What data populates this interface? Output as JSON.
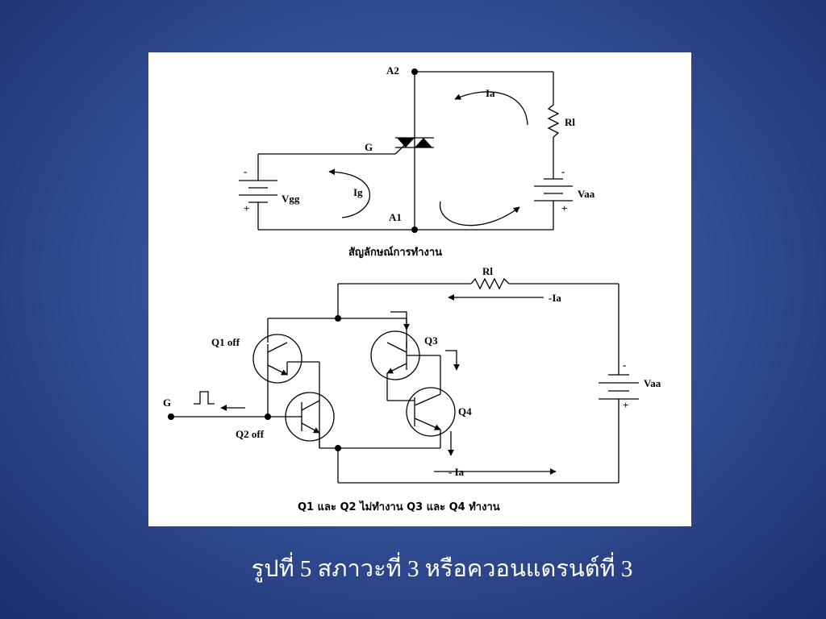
{
  "slide": {
    "caption": "รูปที่ 5 สภาวะที่ 3 หรือควอนแดรนต์ที่ 3",
    "caption_color": "#ffffff",
    "background_color": "#345198"
  },
  "symbol_diagram": {
    "terminal_a2": "A2",
    "terminal_a1": "A1",
    "gate": "G",
    "load_resistor": "Rl",
    "current_ia": "Ia",
    "current_ig": "Ig",
    "gate_source": "Vgg",
    "anode_source": "Vaa",
    "minus_sign": "-",
    "plus_sign": "+",
    "caption": "สัญลักษณ์การทำงาน"
  },
  "equivalent_circuit": {
    "load_resistor": "Rl",
    "current_top": "-Ia",
    "current_bottom": "- Ia",
    "q1": "Q1 off",
    "q2": "Q2 off",
    "q3": "Q3",
    "q4": "Q4",
    "gate": "G",
    "source": "Vaa",
    "minus_sign": "-",
    "plus_sign": "+",
    "caption": "Q1 และ Q2 ไม่ทำงาน   Q3 และ Q4 ทำงาน"
  }
}
